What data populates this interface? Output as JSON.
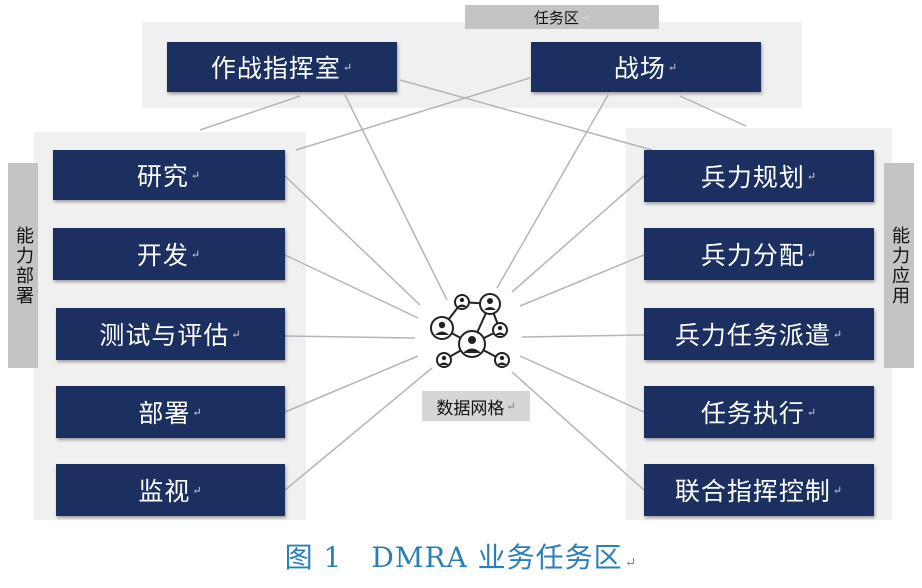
{
  "task_area": {
    "label": "任务区",
    "items": [
      "作战指挥室",
      "战场"
    ]
  },
  "capability_deployment": {
    "label": "能力部署",
    "items": [
      "研究",
      "开发",
      "测试与评估",
      "部署",
      "监视"
    ]
  },
  "capability_application": {
    "label": "能力应用",
    "items": [
      "兵力规划",
      "兵力分配",
      "兵力任务派遣",
      "任务执行",
      "联合指挥控制"
    ]
  },
  "hub": {
    "label": "数据网格",
    "icon": "network-people-icon"
  },
  "caption": "图 1　DMRA 业务任务区",
  "colors": {
    "box": "#1b3060",
    "panel": "#f0f0f0",
    "tag": "#c4c4c4",
    "caption": "#2a7fb8",
    "line": "#b4b4bc"
  }
}
